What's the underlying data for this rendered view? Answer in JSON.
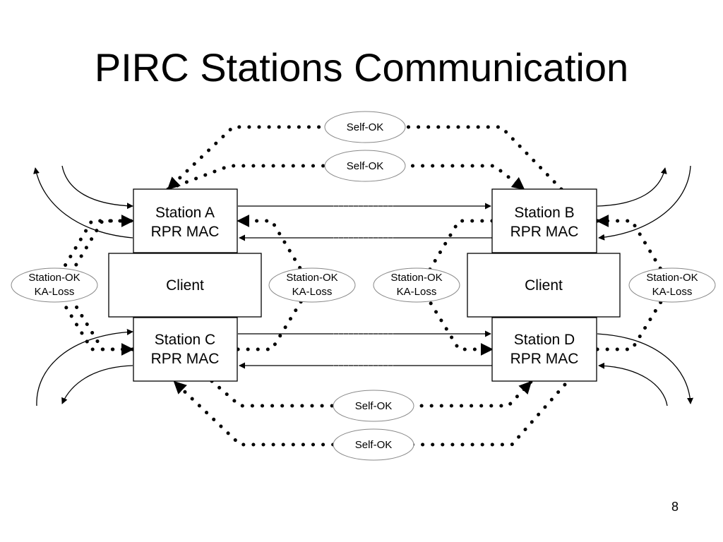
{
  "title": "PIRC Stations Communication",
  "page_number": "8",
  "stations": {
    "a": {
      "line1": "Station A",
      "line2": "RPR MAC"
    },
    "b": {
      "line1": "Station B",
      "line2": "RPR MAC"
    },
    "c": {
      "line1": "Station C",
      "line2": "RPR MAC"
    },
    "d": {
      "line1": "Station D",
      "line2": "RPR MAC"
    }
  },
  "clients": {
    "left": "Client",
    "right": "Client"
  },
  "self_ok": [
    "Self-OK",
    "Self-OK",
    "Self-OK",
    "Self-OK"
  ],
  "station_ok": [
    {
      "line1": "Station-OK",
      "line2": "KA-Loss"
    },
    {
      "line1": "Station-OK",
      "line2": "KA-Loss"
    },
    {
      "line1": "Station-OK",
      "line2": "KA-Loss"
    },
    {
      "line1": "Station-OK",
      "line2": "KA-Loss"
    }
  ]
}
